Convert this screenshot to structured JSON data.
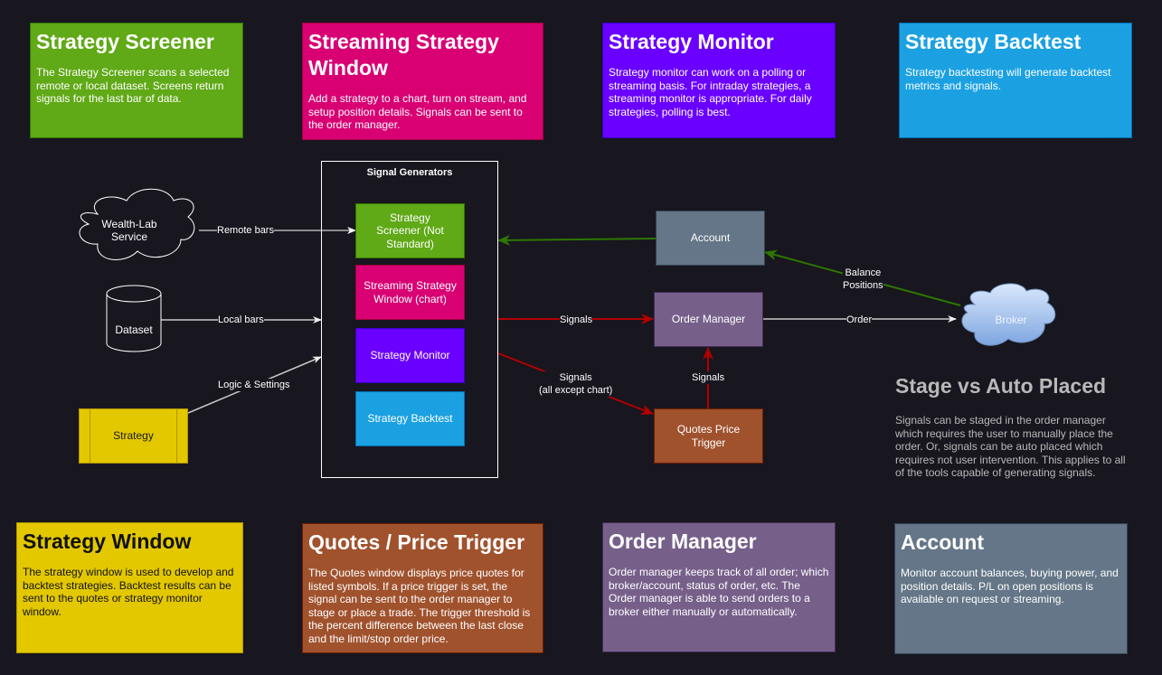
{
  "colors": {
    "background": "#18161f",
    "screener": "#60a917",
    "streaming": "#d80073",
    "monitor": "#6a00ff",
    "backtest": "#1ba1e2",
    "strategy_window": "#e3c800",
    "quotes": "#a0522d",
    "order_manager": "#76608a",
    "account": "#647687",
    "signal_arrow": "#b20000",
    "account_arrow": "#2d7600"
  },
  "top_cards": [
    {
      "title": "Strategy Screener",
      "body": "The Strategy Screener scans a selected remote or local dataset.  Screens return signals for the last bar of data."
    },
    {
      "title": "Streaming Strategy Window",
      "body": "Add a strategy to a chart, turn on stream, and setup position details.  Signals can be sent to the order manager."
    },
    {
      "title": "Strategy Monitor",
      "body": "Strategy monitor can work on a polling or streaming basis.  For intraday strategies, a streaming monitor is appropriate.  For daily strategies, polling is best."
    },
    {
      "title": "Strategy Backtest",
      "body": "Strategy backtesting will generate backtest metrics and signals."
    }
  ],
  "bottom_cards": [
    {
      "title": "Strategy Window",
      "body": "The strategy window is used to develop and backtest strategies.  Backtest results can be sent to the quotes or strategy monitor window."
    },
    {
      "title": "Quotes / Price Trigger",
      "body": "The Quotes window displays price quotes for listed symbols.  If a price trigger is set, the signal can be sent to the order manager to stage or place a trade.  The trigger threshold is the percent difference between the last close and the limit/stop order price."
    },
    {
      "title": "Order Manager",
      "body": "Order manager keeps track of all order; which broker/account, status of order, etc.  The Order manager is able to send orders to a broker either manually or automatically."
    },
    {
      "title": "Account",
      "body": "Monitor account balances, buying power, and position details.  P/L on open positions is available on request or streaming."
    }
  ],
  "diagram": {
    "sources": {
      "wealth_lab": "Wealth-Lab Service",
      "dataset": "Dataset",
      "strategy": "Strategy"
    },
    "group_title": "Signal Generators",
    "generators": {
      "screener": "Strategy Screener (Not Standard)",
      "streaming": "Streaming Strategy Window (chart)",
      "monitor": "Strategy Monitor",
      "backtest": "Strategy Backtest"
    },
    "account": "Account",
    "order_manager": "Order Manager",
    "quotes": "Quotes Price Trigger",
    "broker": "Broker",
    "edges": {
      "remote_bars": "Remote bars",
      "local_bars": "Local bars",
      "logic_settings": "Logic & Settings",
      "signals_om": "Signals",
      "signals_quotes_1": "Signals",
      "signals_quotes_2": "(all except chart)",
      "signals_up": "Signals",
      "order": "Order",
      "balance": "Balance",
      "positions": "Positions"
    }
  },
  "note": {
    "title": "Stage vs Auto Placed",
    "body": "Signals can be staged in the order manager which requires the user to manually place the order.  Or, signals can be auto placed which requires not user intervention.  This applies to all of the tools capable of generating signals."
  }
}
